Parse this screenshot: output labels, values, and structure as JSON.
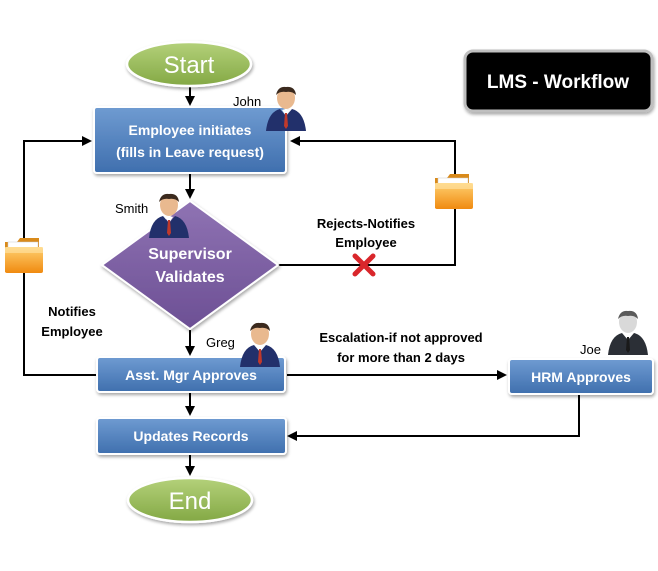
{
  "title": "LMS - Workflow",
  "nodes": {
    "start": "Start",
    "end": "End",
    "employee_line1": "Employee initiates",
    "employee_line2": "(fills in Leave request)",
    "supervisor_line1": "Supervisor",
    "supervisor_line2": "Validates",
    "asst_mgr": "Asst. Mgr Approves",
    "updates": "Updates Records",
    "hrm": "HRM Approves"
  },
  "people": {
    "john": "John",
    "smith": "Smith",
    "greg": "Greg",
    "joe": "Joe"
  },
  "edge_labels": {
    "rejects_line1": "Rejects-Notifies",
    "rejects_line2": "Employee",
    "notifies_line1": "Notifies",
    "notifies_line2": "Employee",
    "escalation_line1": "Escalation-if not approved",
    "escalation_line2": "for more than  2 days"
  },
  "colors": {
    "process_box": "#4f81bd",
    "decision": "#8064a2",
    "terminal": "#9bbb59",
    "title_box": "#000000",
    "reject_mark": "#d9262b",
    "folder": "#f5a623"
  },
  "icons": {
    "person": "businessman-icon",
    "folder": "folder-icon",
    "reject": "red-x-icon"
  }
}
